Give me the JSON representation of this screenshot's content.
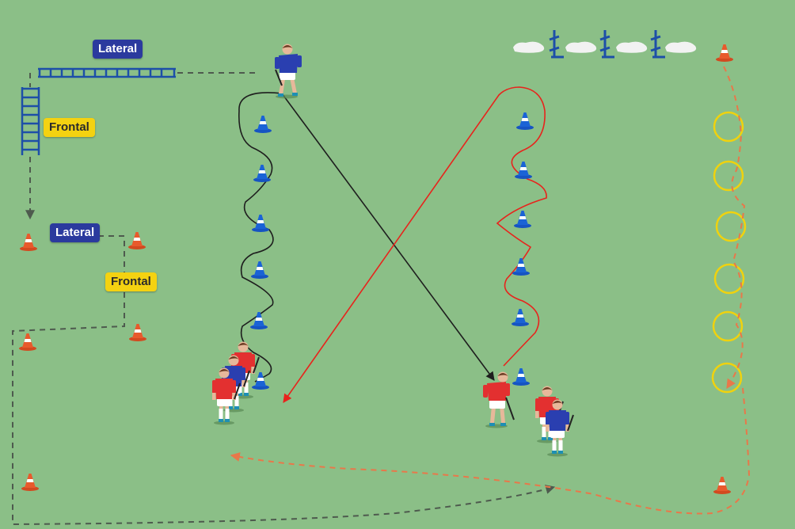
{
  "labels": {
    "lateral_top": "Lateral",
    "frontal_top": "Frontal",
    "lateral_mid": "Lateral",
    "frontal_mid": "Frontal"
  },
  "colors": {
    "field": "#8bbf87",
    "label_blue": "#2b3a9e",
    "label_yellow": "#f4d211",
    "path_black": "#1e1e1e",
    "path_red": "#e8231c",
    "path_orange_dashed": "#e8784a",
    "path_grey_dashed": "#4e5a4e",
    "ladder_blue": "#1d4fa8",
    "cone_orange": "#e2572a",
    "cone_blue": "#1a63d6",
    "ring_yellow": "#f0d20e",
    "team_red": "#e33030",
    "team_blue": "#2a3fb0"
  },
  "icons": [
    "agility-ladder-icon",
    "cone-icon",
    "agility-ring-icon",
    "hurdle-icon",
    "player-icon"
  ]
}
